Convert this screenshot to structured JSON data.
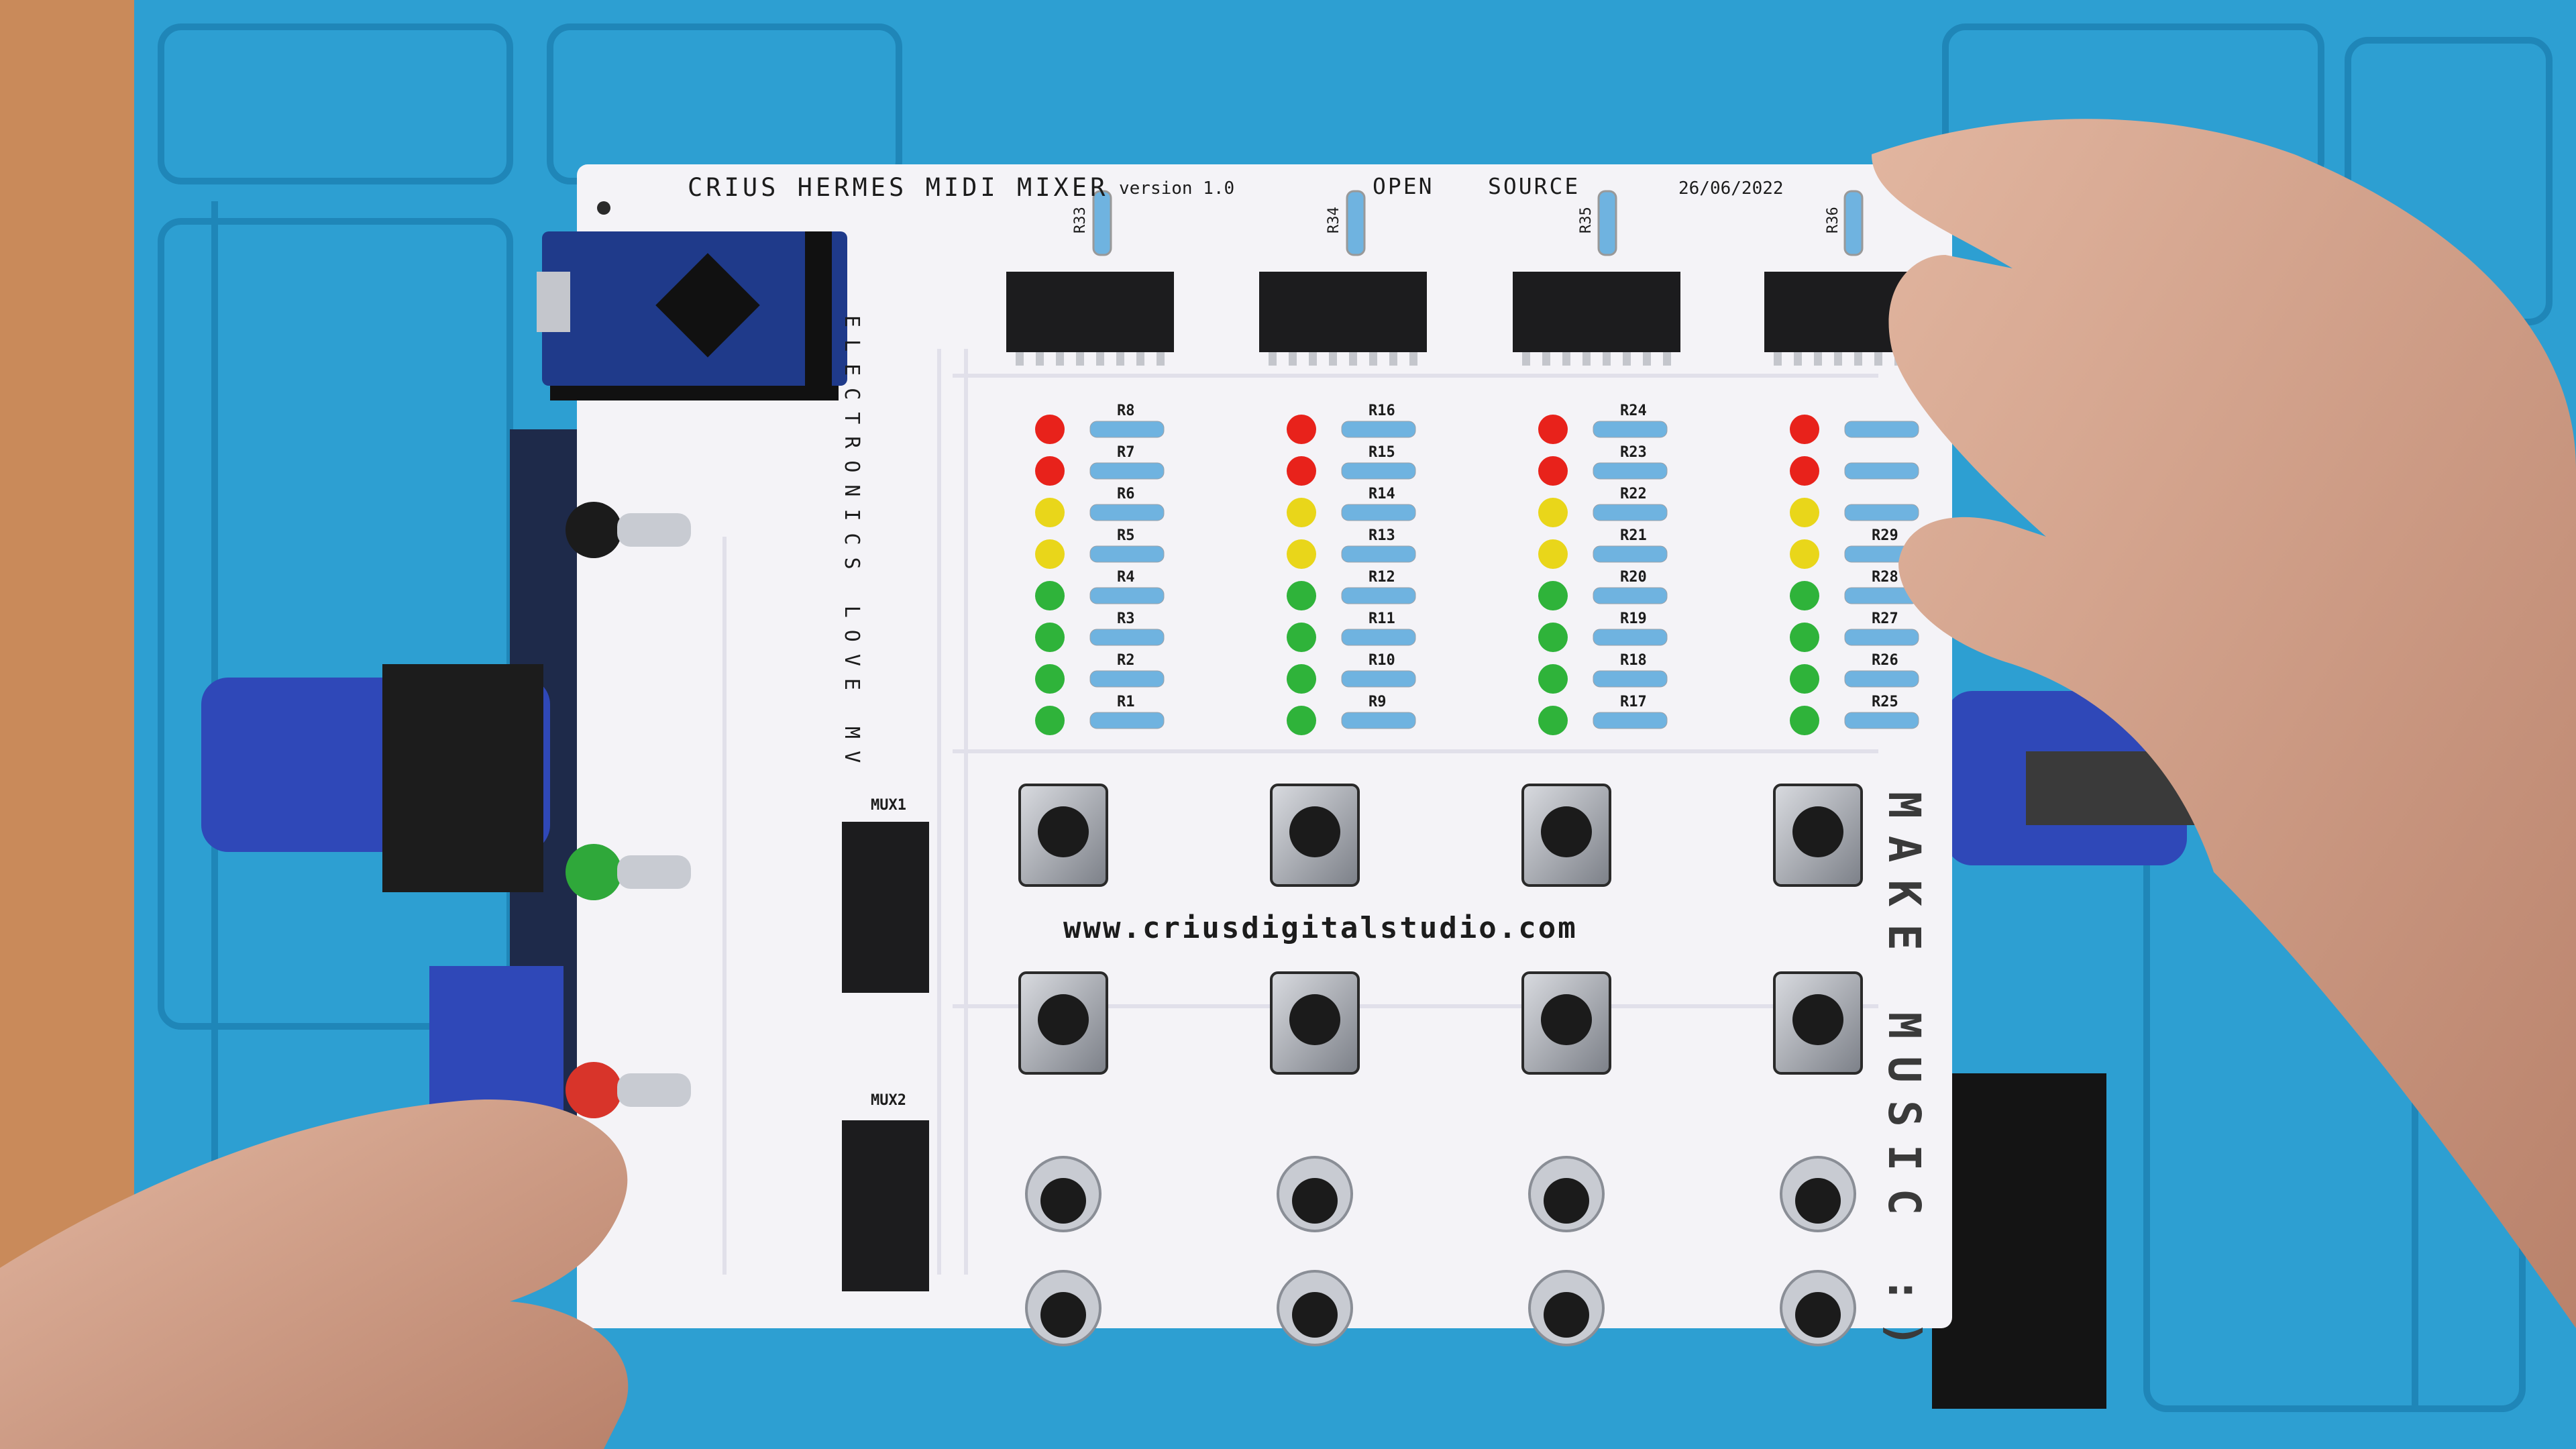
{
  "board": {
    "title": "CRIUS HERMES MIDI MIXER",
    "version": "version 1.0",
    "open": "OPEN",
    "source": "SOURCE",
    "date": "26/06/2022",
    "side_text": "ELECTRONICS LOVE MV",
    "slogan": "MAKE MUSIC :)",
    "url": "www.criusdigitalstudio.com",
    "mux_labels": [
      "MUX1",
      "MUX2"
    ],
    "ic_resistors": [
      "R33",
      "R34",
      "R35",
      "R36"
    ],
    "column1_resistors": [
      "R8",
      "R7",
      "R6",
      "R5",
      "R4",
      "R3",
      "R2",
      "R1"
    ],
    "column2_resistors": [
      "R16",
      "R15",
      "R14",
      "R13",
      "R12",
      "R11",
      "R10",
      "R9"
    ],
    "column3_resistors": [
      "R24",
      "R23",
      "R22",
      "R21",
      "R20",
      "R19",
      "R18",
      "R17"
    ],
    "column4_resistors": [
      "R29",
      "R28",
      "R27",
      "R26",
      "R25"
    ],
    "led_colors": [
      "#e8221b",
      "#e8221b",
      "#e9d61a",
      "#e9d61a",
      "#2fb33a",
      "#2fb33a",
      "#2fb33a",
      "#2fb33a"
    ],
    "button_colors": [
      "#1b1b1b",
      "#2fa83a",
      "#d8342a"
    ]
  },
  "colors": {
    "mat": "#2d9fd2",
    "mat_dark": "#1f86b8",
    "pcb": "#f4f3f7",
    "chip": "#1c1c1e",
    "arduino": "#1f3a8a",
    "vise": "#2f48b8",
    "skin": "#cfa08a"
  }
}
